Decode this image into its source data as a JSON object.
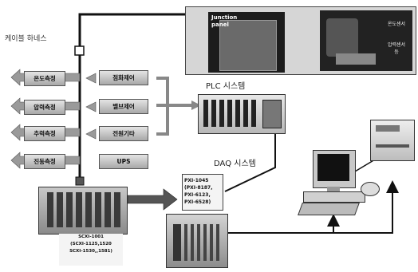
{
  "cable_harness": "케이블 하네스",
  "measure_boxes": [
    "온도측정",
    "압력측정",
    "추력측정",
    "진동측정"
  ],
  "control_boxes": [
    "점화제어",
    "밸브제어",
    "전원기타"
  ],
  "ups_label": "UPS",
  "plc_label": "PLC 시스템",
  "daq_label": "DAQ 시스템",
  "junction": {
    "title_line1": "Junction",
    "title_line2": "panel",
    "sensor1": "온도센서",
    "sensor2_line1": "압력센서",
    "sensor2_line2": "등"
  },
  "pxi_lines": [
    "PXI-1045",
    "(PXI-8187,",
    "PXI-6123,",
    "PXI-6528)"
  ],
  "scxi_lines": [
    "SCXI-1001",
    "(SCXI-1125,1520",
    "SCXI-1530,,1581)"
  ]
}
